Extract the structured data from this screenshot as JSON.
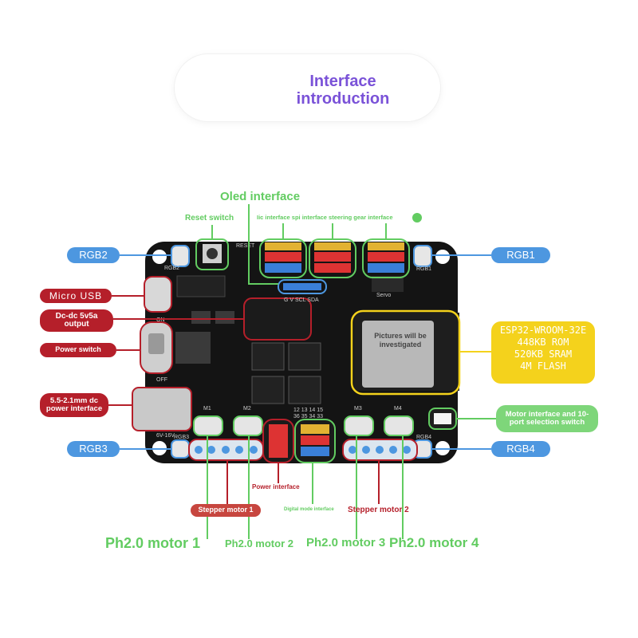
{
  "title": {
    "line1": "Interface",
    "line2": "introduction"
  },
  "top_labels": {
    "oled": "Oled interface",
    "reset": "Reset switch",
    "iic_spi_servo": "Iic interface spi interface steering gear interface"
  },
  "left_labels": {
    "rgb2": "RGB2",
    "micro_usb": "Micro USB",
    "dcdc": "Dc-dc 5v5a output",
    "power_switch": "Power switch",
    "dc_jack": "5.5-2.1mm dc power interface",
    "rgb3": "RGB3"
  },
  "right_labels": {
    "rgb1": "RGB1",
    "esp": [
      "ESP32-WROOM-32E",
      "448KB ROM",
      "520KB SRAM",
      "4M FLASH"
    ],
    "motor_switch": "Motor interface and 10-port selection switch",
    "rgb4": "RGB4"
  },
  "chip_note": "Pictures will be investigated",
  "board_print": {
    "reset": "RESET",
    "rgb2": "RGB2",
    "rgb1": "RGB1",
    "rgb3": "RGB3",
    "rgb4": "RGB4",
    "on": "ON",
    "off": "OFF",
    "vin": "6V-16V",
    "servo": "Servo",
    "m1": "M1",
    "m2": "M2",
    "m3": "M3",
    "m4": "M4",
    "oled_pins": "G  V  SCL SDA",
    "pins_a": "12 13 14 15",
    "pins_b": "36 35 34 33"
  },
  "bottom_labels": {
    "power_interface": "Power interface",
    "stepper1": "Stepper motor 1",
    "digital": "Digital mode interface",
    "stepper2": "Stepper motor 2",
    "ph1": "Ph2.0 motor 1",
    "ph2": "Ph2.0 motor 2",
    "ph3": "Ph2.0 motor 3",
    "ph4": "Ph2.0 motor 4"
  },
  "colors": {
    "green": "#62cc61",
    "red": "#b51f2a",
    "blue": "#4d97e0",
    "yellow": "#f4d21c",
    "purple": "#7a52d8",
    "board": "#141414"
  }
}
